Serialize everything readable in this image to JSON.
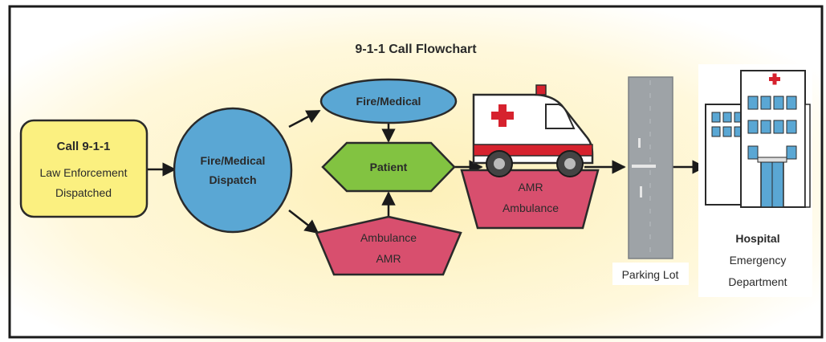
{
  "title": "9-1-1 Call Flowchart",
  "nodes": {
    "call": {
      "line1": "Call 9-1-1",
      "line2": "Law Enforcement",
      "line3": "Dispatched"
    },
    "dispatch": {
      "line1": "Fire/Medical",
      "line2": "Dispatch"
    },
    "fire_medical": {
      "label": "Fire/Medical"
    },
    "patient": {
      "label": "Patient"
    },
    "ambulance_amr": {
      "line1": "Ambulance",
      "line2": "AMR"
    },
    "amr_ambulance": {
      "line1": "AMR",
      "line2": "Ambulance"
    },
    "parking": {
      "label": "Parking Lot"
    },
    "hospital": {
      "line1": "Hospital",
      "line2": "Emergency",
      "line3": "Department"
    }
  },
  "colors": {
    "call_fill": "#fbf080",
    "dispatch_fill": "#5aa7d4",
    "patient_fill": "#82c341",
    "amr_fill": "#d84f6e",
    "cross_red": "#d6222e",
    "background_glow": "#fdf3c4"
  },
  "icons": [
    "ambulance-icon",
    "hospital-building-icon",
    "parking-lot-icon"
  ]
}
